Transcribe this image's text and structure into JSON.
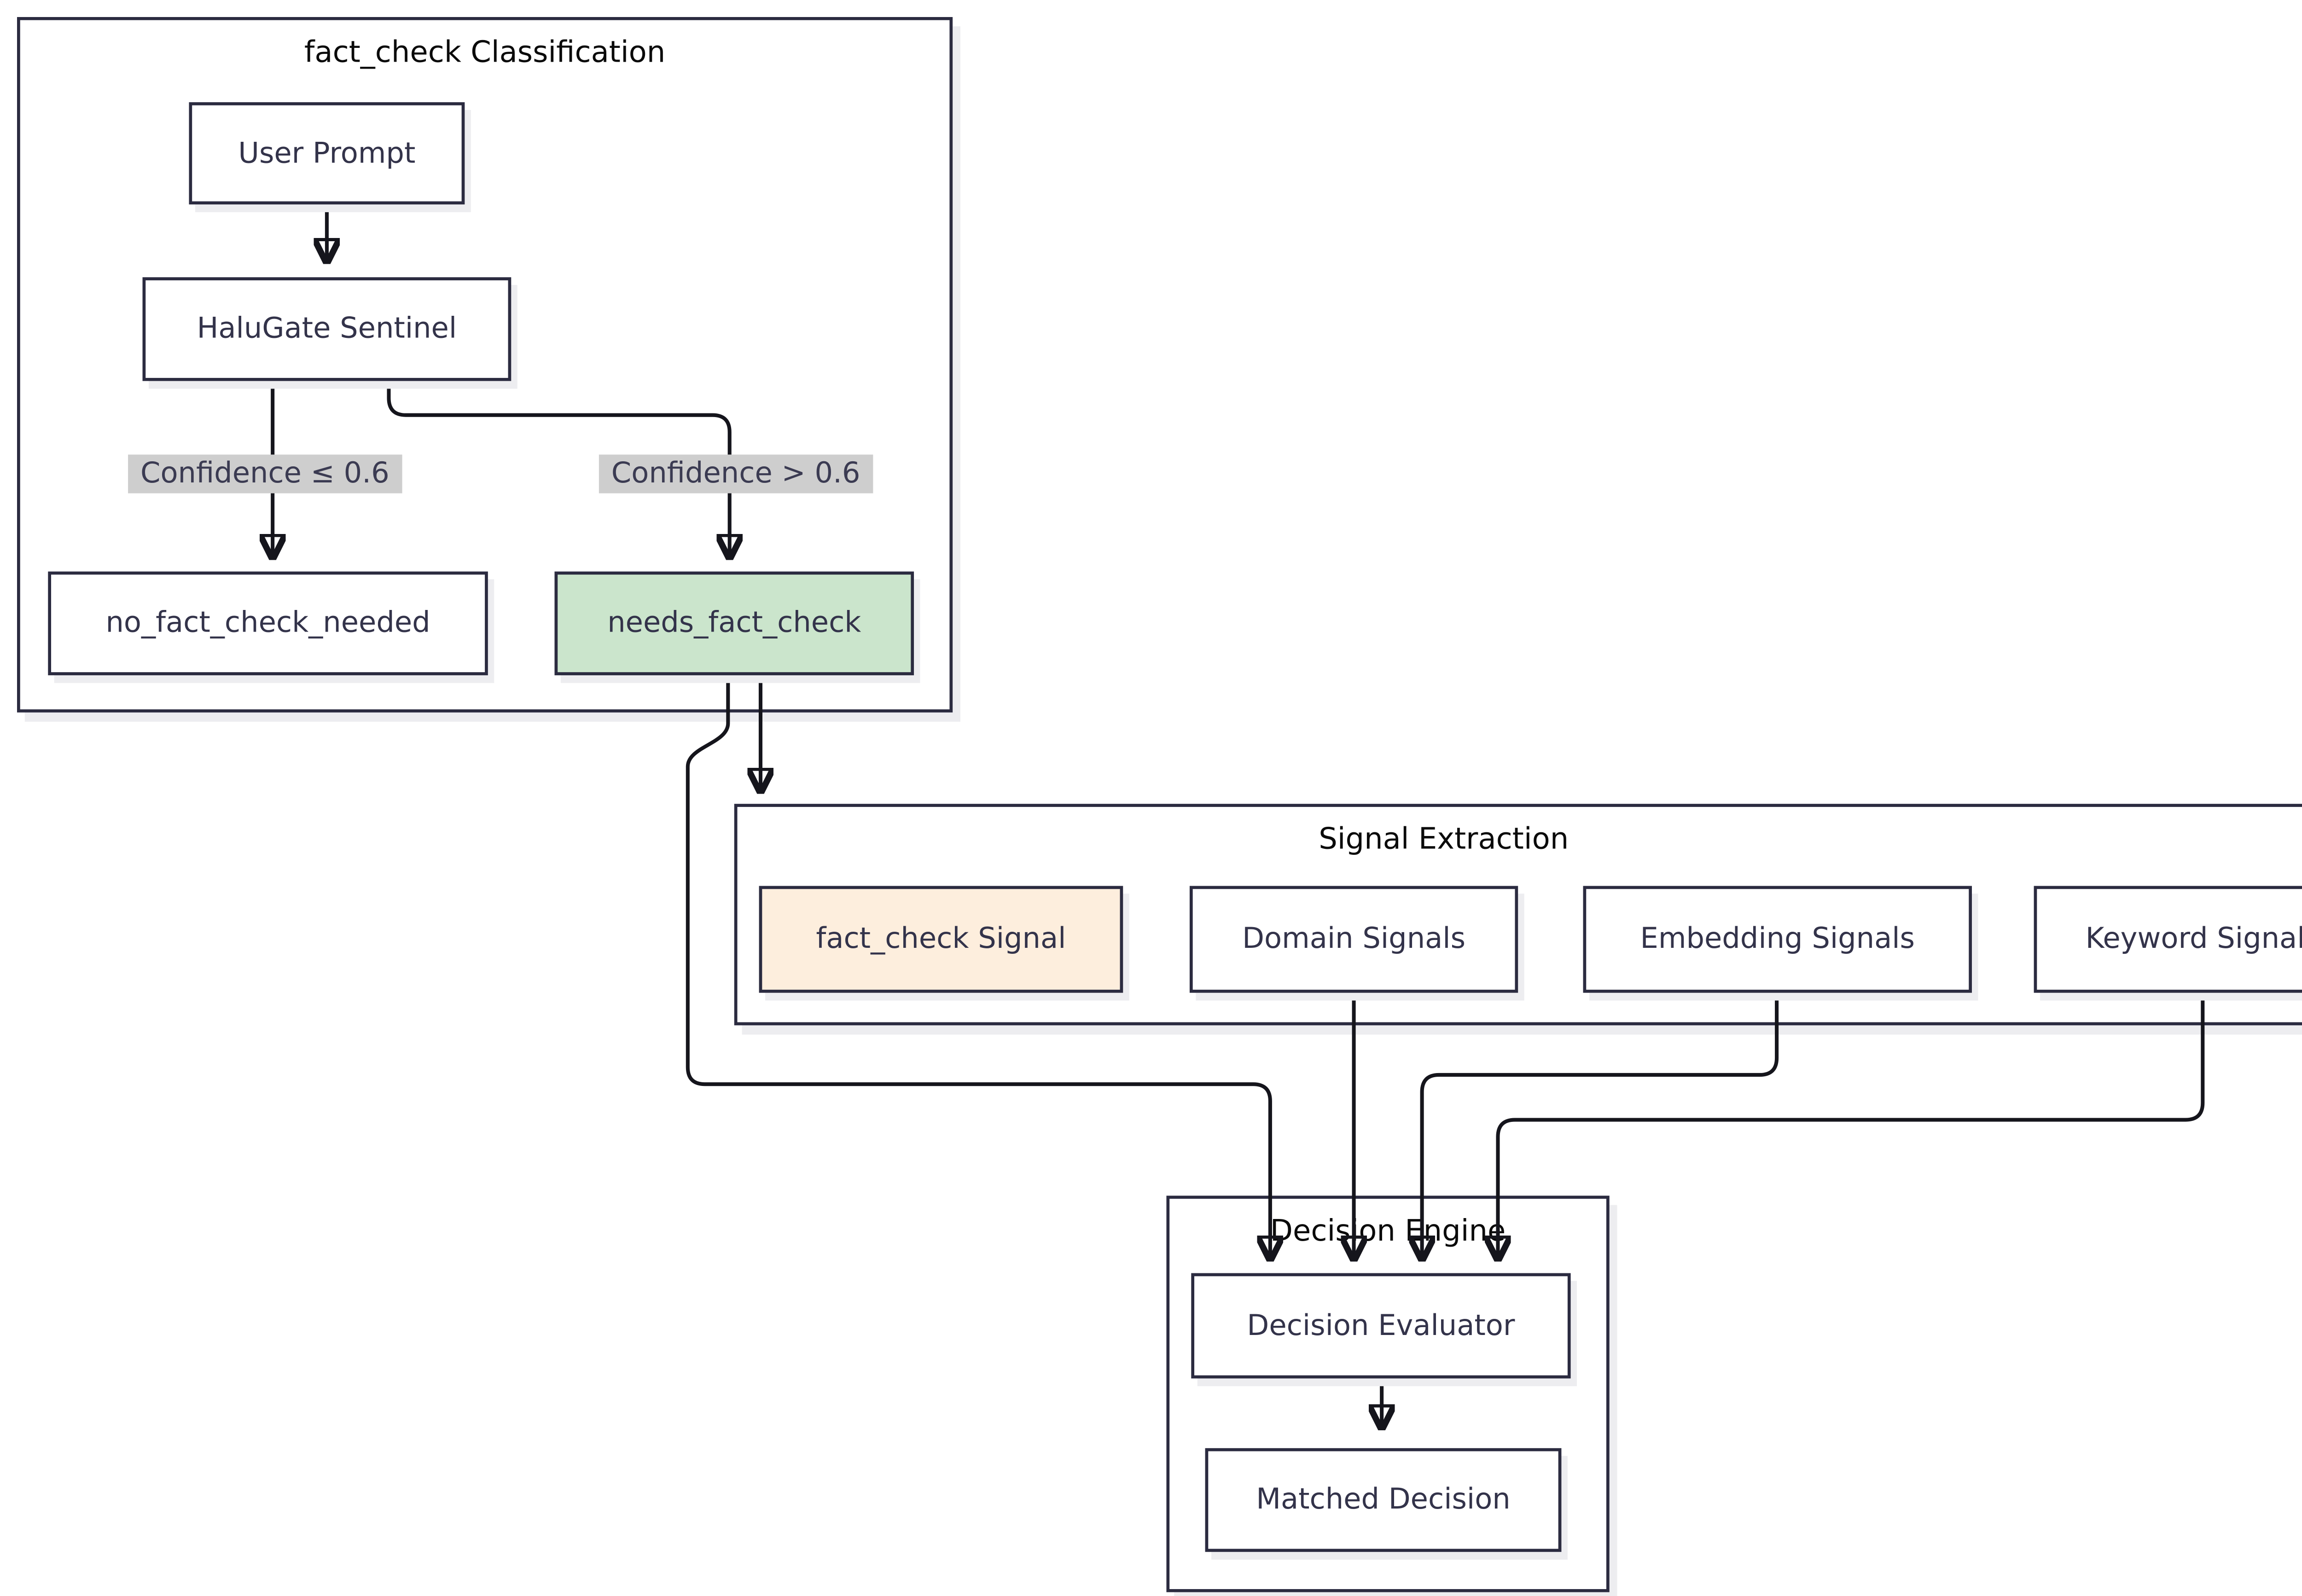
{
  "diagram": {
    "type": "flowchart",
    "clusters": {
      "classification": {
        "title": "fact_check Classification"
      },
      "signal_extraction": {
        "title": "Signal Extraction"
      },
      "decision_engine": {
        "title": "Decision Engine"
      }
    },
    "nodes": {
      "user_prompt": {
        "label": "User Prompt",
        "fill": "#ffffff"
      },
      "halugate_sentinel": {
        "label": "HaluGate Sentinel",
        "fill": "#ffffff"
      },
      "no_fact_check_needed": {
        "label": "no_fact_check_needed",
        "fill": "#ffffff"
      },
      "needs_fact_check": {
        "label": "needs_fact_check",
        "fill": "#cbe5cc"
      },
      "fact_check_signal": {
        "label": "fact_check Signal",
        "fill": "#fdeedd"
      },
      "domain_signals": {
        "label": "Domain Signals",
        "fill": "#ffffff"
      },
      "embedding_signals": {
        "label": "Embedding Signals",
        "fill": "#ffffff"
      },
      "keyword_signals": {
        "label": "Keyword Signals",
        "fill": "#ffffff"
      },
      "decision_evaluator": {
        "label": "Decision Evaluator",
        "fill": "#ffffff"
      },
      "matched_decision": {
        "label": "Matched Decision",
        "fill": "#ffffff"
      }
    },
    "edge_labels": {
      "low_confidence": "Confidence ≤ 0.6",
      "high_confidence": "Confidence > 0.6"
    },
    "edges": [
      {
        "from": "user_prompt",
        "to": "halugate_sentinel"
      },
      {
        "from": "halugate_sentinel",
        "to": "no_fact_check_needed",
        "label": "Confidence ≤ 0.6"
      },
      {
        "from": "halugate_sentinel",
        "to": "needs_fact_check",
        "label": "Confidence > 0.6"
      },
      {
        "from": "needs_fact_check",
        "to": "signal_extraction"
      },
      {
        "from": "needs_fact_check",
        "to": "decision_evaluator"
      },
      {
        "from": "domain_signals",
        "to": "decision_evaluator"
      },
      {
        "from": "embedding_signals",
        "to": "decision_evaluator"
      },
      {
        "from": "keyword_signals",
        "to": "decision_evaluator"
      },
      {
        "from": "decision_evaluator",
        "to": "matched_decision"
      }
    ],
    "colors": {
      "node_border": "#2b2b40",
      "node_text": "#33334a",
      "cluster_title_text": "#0a0a0a",
      "edge_stroke": "#15151c",
      "edge_label_bg": "#cecece",
      "highlight_green": "#cbe5cc",
      "highlight_peach": "#fdeedd",
      "shadow": "#ededf0",
      "background": "#ffffff"
    }
  }
}
